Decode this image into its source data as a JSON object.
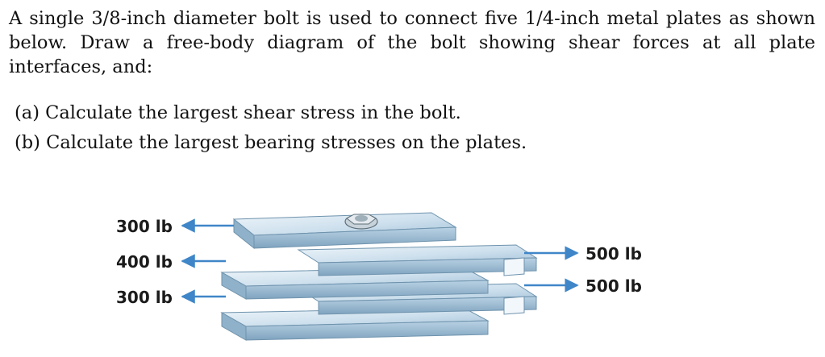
{
  "problem": {
    "statement": "A single 3/8-inch diameter bolt is used to connect five 1/4-inch metal plates as shown below. Draw a free-body diagram of the bolt showing shear forces at all plate interfaces, and:",
    "parts": [
      {
        "label": "(a)",
        "text": "Calculate the largest shear stress in the bolt."
      },
      {
        "label": "(b)",
        "text": "Calculate the largest bearing stresses on the plates."
      }
    ]
  },
  "figure": {
    "left_loads": [
      "300 lb",
      "400 lb",
      "300 lb"
    ],
    "right_loads": [
      "500 lb",
      "500 lb"
    ],
    "colors": {
      "plate_light": "#dceaf4",
      "plate_mid": "#a9c6dc",
      "plate_dark": "#7fa3bf",
      "arrow": "#3f86c8"
    }
  }
}
